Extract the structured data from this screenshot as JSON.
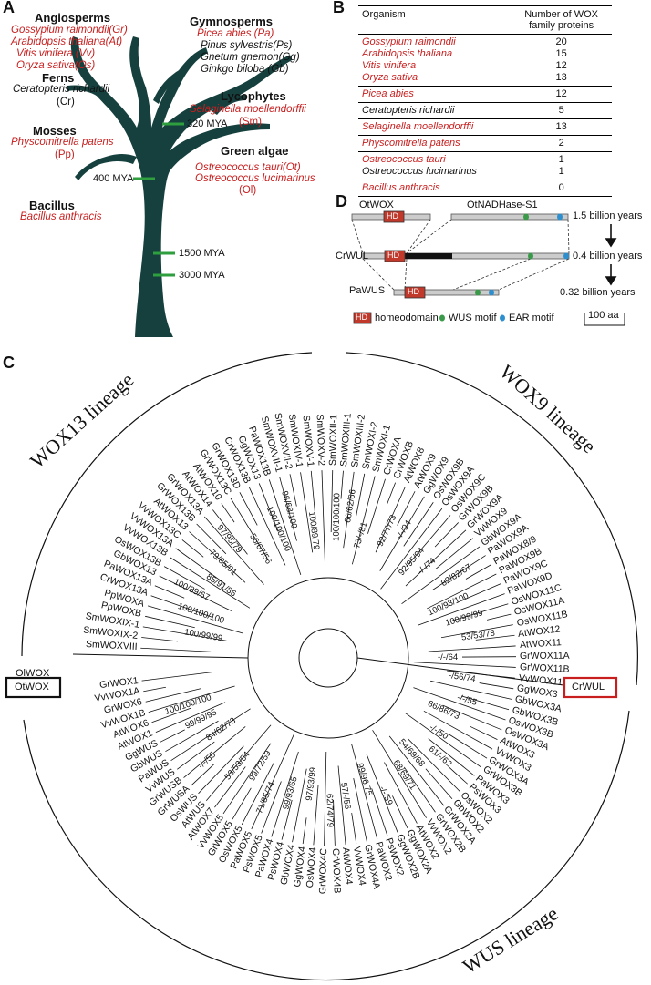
{
  "panels": {
    "a": "A",
    "b": "B",
    "c": "C",
    "d": "D"
  },
  "panelA": {
    "groups": {
      "angiosperms": "Angiosperms",
      "gymnosperms": "Gymnosperms",
      "ferns": "Ferns",
      "lycophytes": "Lycophytes",
      "mosses": "Mosses",
      "green_algae": "Green algae",
      "bacillus": "Bacillus"
    },
    "species": {
      "gr": "Gossypium raimondii(Gr)",
      "at": "Arabidopsis thaliana(At)",
      "vv": "Vitis vinifera  (Vv)",
      "os": "Oryza sativa(Os)",
      "pa": "Picea abies  (Pa)",
      "ps": "Pinus sylvestris(Ps)",
      "gg": "Gnetum gnemon(Gg)",
      "gb": "Ginkgo biloba  (Gb)",
      "cr": "Ceratopteris richardii",
      "cr_abbr": "(Cr)",
      "sm": "Selaginella moellendorffii",
      "sm_abbr": "(Sm)",
      "pp": "Physcomitrella  patens",
      "pp_abbr": "(Pp)",
      "ot": "Ostreococcus tauri(Ot)",
      "ol": "Ostreococcus lucimarinus",
      "ol_abbr": "(Ol)",
      "ba": "Bacillus anthracis"
    },
    "mya": {
      "m320": "320 MYA",
      "m400": "400 MYA",
      "m1500": "1500 MYA",
      "m3000": "3000 MYA"
    },
    "colors": {
      "tree": "#15403e",
      "marker": "#2f9e3f",
      "red": "#c81e1e"
    }
  },
  "panelB": {
    "col_organism": "Organism",
    "col_count_1": "Number of WOX",
    "col_count_2": "family proteins",
    "rows": [
      {
        "org": "Gossypium raimondii",
        "n": "20",
        "red": true,
        "start": true,
        "end": false
      },
      {
        "org": "Arabidopsis thaliana",
        "n": "15",
        "red": true,
        "start": false,
        "end": false
      },
      {
        "org": "Vitis vinifera",
        "n": "12",
        "red": true,
        "start": false,
        "end": false
      },
      {
        "org": "Oryza sativa",
        "n": "13",
        "red": true,
        "start": false,
        "end": true
      },
      {
        "org": "Picea abies",
        "n": "12",
        "red": true,
        "start": true,
        "end": true
      },
      {
        "org": "Ceratopteris richardii",
        "n": "5",
        "red": false,
        "start": true,
        "end": true
      },
      {
        "org": "Selaginella moellendorffii",
        "n": "13",
        "red": true,
        "start": true,
        "end": true
      },
      {
        "org": "Physcomitrella  patens",
        "n": "2",
        "red": true,
        "start": true,
        "end": true
      },
      {
        "org": "Ostreococcus tauri",
        "n": "1",
        "red": true,
        "start": true,
        "end": false
      },
      {
        "org": "Ostreococcus lucimarinus",
        "n": "1",
        "red": false,
        "start": false,
        "end": true
      },
      {
        "org": "Bacillus anthracis",
        "n": "0",
        "red": true,
        "start": true,
        "end": true
      }
    ]
  },
  "panelD": {
    "otwox": "OtWOX",
    "otnad": "OtNADHase-S1",
    "crwul": "CrWUL",
    "pawus": "PaWUS",
    "hd": "HD",
    "t1": "1.5 billion years",
    "t2": "0.4 billion years",
    "t3": "0.32 billion years",
    "legend_hd": "homeodomain",
    "legend_wus": "WUS motif",
    "legend_ear": "EAR motif",
    "scale": "100 aa",
    "colors": {
      "hd": "#c0392b",
      "wus": "#3a9a4a",
      "ear": "#2e8fce"
    }
  },
  "panelC": {
    "lineages": {
      "wox13": "WOX13 lineage",
      "wox9": "WOX9 lineage",
      "wus": "WUS lineage"
    },
    "boxed_outgroup": "OtWOX",
    "boxed_crwul": "CrWUL",
    "leaves": [
      "OlWOX",
      "SmWOXVIII",
      "SmWOXIX-2",
      "SmWOXIX-1",
      "PpWOXB",
      "PpWOXA",
      "CrWOX13A",
      "PaWOX13A",
      "GbWOX13",
      "OsWOX13B",
      "VvWOX13B",
      "VvWOX13A",
      "VvWOX13C",
      "AtWOX13",
      "GrWOX13B",
      "GrWOX13A",
      "AtWOX14",
      "AtWOX10",
      "GrWOX13C",
      "GrWOX13D",
      "CrWOX13B",
      "GgWOX13",
      "PaWOX13B",
      "SmWOXVII-1",
      "SmWOXVII-2",
      "SmWOXIV-1",
      "SmWOXV-1",
      "SmWOXV-2",
      "SmWOXII-1",
      "SmWOXIII-1",
      "SmWOXIII-2",
      "SmWOXI-2",
      "SmWOXI-1",
      "CrWOXA",
      "CrWOXB",
      "AtWOX8",
      "AtWOX9",
      "GgWOX9",
      "OsWOX9B",
      "OsWOX9A",
      "OsWOX9C",
      "GrWOX9B",
      "GrWOX9A",
      "VvWOX9",
      "GbWOX9A",
      "PaWOX9A",
      "PaWOX8/9",
      "PaWOX9B",
      "PaWOX9C",
      "PaWOX9D",
      "OsWOX11C",
      "OsWOX11A",
      "OsWOX11B",
      "AtWOX12",
      "AtWOX11",
      "GrWOX11A",
      "GrWOX11B",
      "VvWOX11",
      "GgWOX3",
      "GbWOX3A",
      "GbWOX3B",
      "OsWOX3B",
      "OsWOX3A",
      "AtWOX3",
      "VvWOX3",
      "GrWOX3A",
      "GrWOX3B",
      "PaWOX3",
      "PsWOX3",
      "OsWOX2",
      "GbWOX2",
      "GrWOX2A",
      "GrWOX2B",
      "VvWOX2",
      "AtWOX2",
      "GgWOX2A",
      "GgWOX2B",
      "PsWOX2",
      "PaWOX2",
      "GrWOX4A",
      "VvWOX4",
      "AtWOX4",
      "GrWOX4B",
      "GrWOX4C",
      "OsWOX4",
      "GgWOX4",
      "GbWOX4",
      "PsWOX4",
      "PaWOX4",
      "PsWOX5",
      "PaWOX5",
      "OsWOX5",
      "GrWOX5",
      "VvWOX5",
      "AtWOX7",
      "AtWUS",
      "OsWUS",
      "GrWUSA",
      "GrWUSB",
      "VvWUS",
      "PaWUS",
      "GbWUS",
      "GgWUS",
      "AtWOX1",
      "AtWOX6",
      "VvWOX1B",
      "GrWOX6",
      "VvWOX1A",
      "GrWOX1"
    ],
    "bootstraps": {
      "b1": "100/99/99",
      "b2": "100/100/100",
      "b3": "100/89/67",
      "b4": "85/91/86",
      "b5": "79/85/91",
      "b6": "97/95/79",
      "b7": "56/67/56",
      "b8": "100/100/100",
      "b9": "96/68/100",
      "b10": "100/89/79",
      "b11": "100/100/100",
      "b12": "66/62/66",
      "b13": "73/-/81",
      "b14": "92/77/73",
      "b15": "-/-/94",
      "b16": "92/95/94",
      "b17": "-/-/74",
      "b18": "82/82/67",
      "b19": "100/93/100",
      "b20": "100/99/99",
      "b21": "53/53/78",
      "b22": "-/-/64",
      "b23": "-/56/74",
      "b24": "-/-/55",
      "b25": "86/86/73",
      "b26": "-/-/50",
      "b27": "61/-/62",
      "b28": "54/69/68",
      "b29": "68/69/71",
      "b30": "-/-/59",
      "b31": "99/96/75",
      "b32": "57/-/56",
      "b33": "62/74/79",
      "b34": "97/93/99",
      "b35": "99/93/65",
      "b36": "71/85/74",
      "b37": "99/72/59",
      "b38": "53/53/54",
      "b39": "-/-/55",
      "b40": "84/62/73",
      "b41": "99/99/95",
      "b42": "100/100/100"
    }
  }
}
